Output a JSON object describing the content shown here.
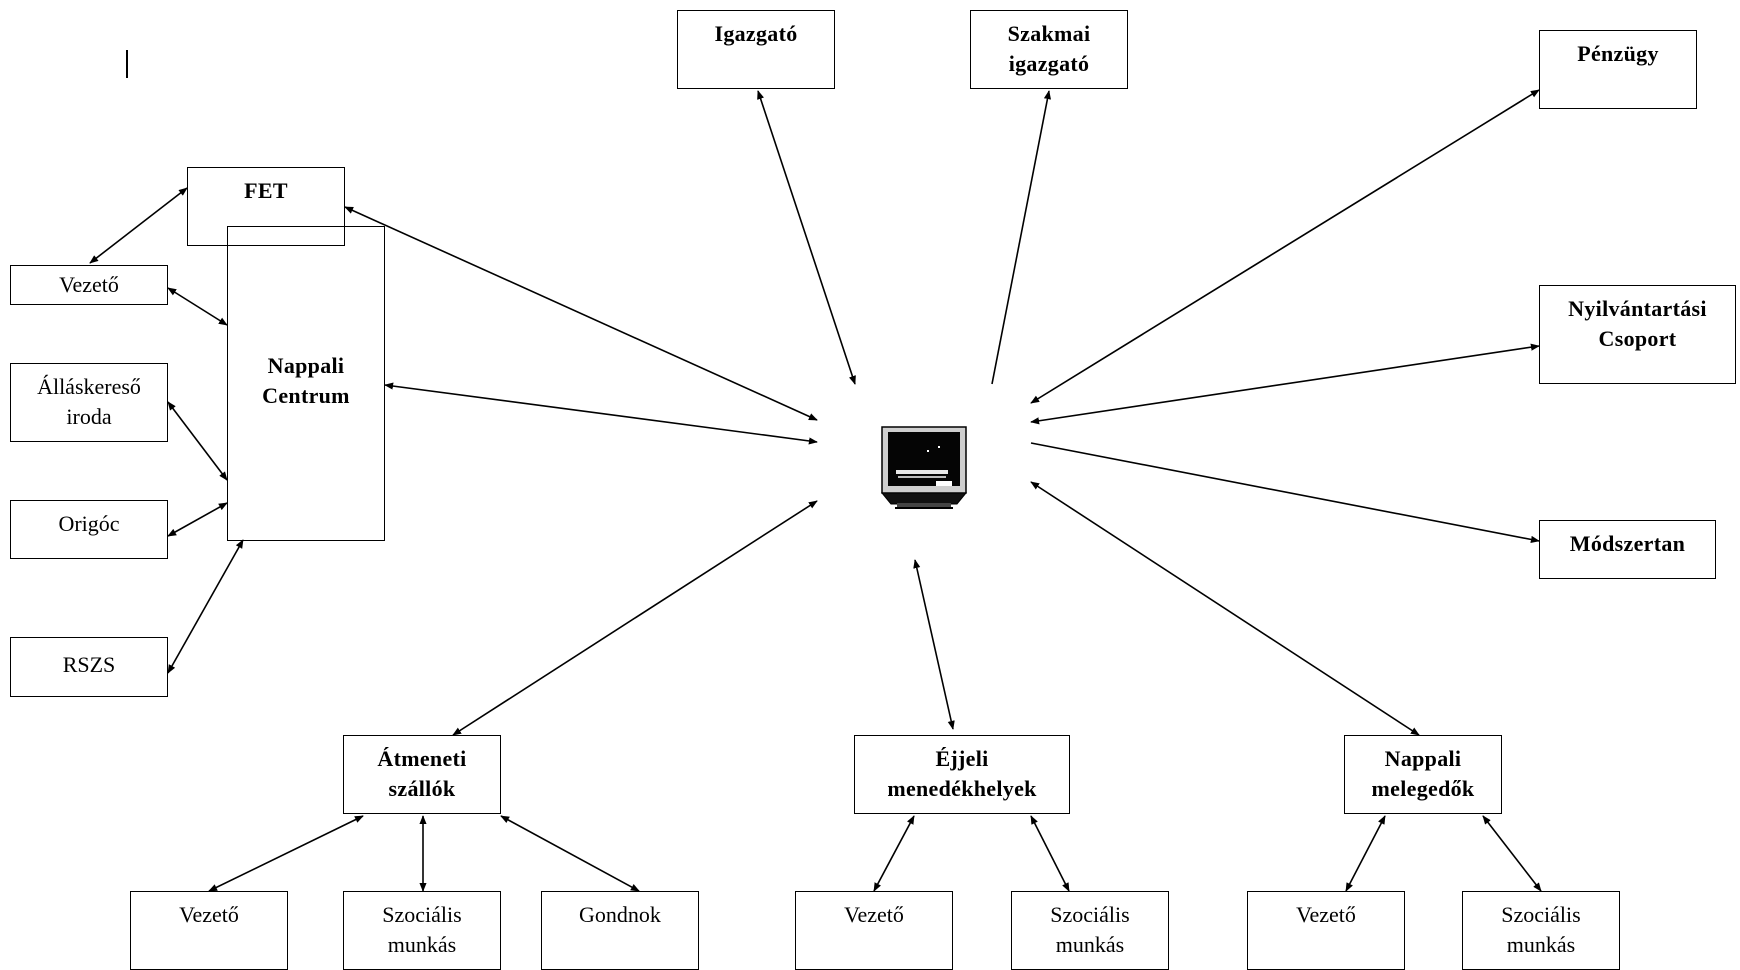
{
  "hub": {
    "icon": "computer-monitor-icon"
  },
  "colors": {
    "line": "#000000",
    "box_border": "#000000",
    "background": "#ffffff"
  },
  "nodes": {
    "igazgato": {
      "lines": [
        "Igazgató"
      ]
    },
    "szakmai": {
      "lines": [
        "Szakmai",
        "igazgató"
      ]
    },
    "penzugy": {
      "lines": [
        "Pénzügy"
      ]
    },
    "nyilvantartasi": {
      "lines": [
        "Nyilvántartási",
        "Csoport"
      ]
    },
    "modszertan": {
      "lines": [
        "Módszertan"
      ]
    },
    "fet": {
      "lines": [
        "FET"
      ]
    },
    "nappali_centrum": {
      "lines": [
        "Nappali",
        "Centrum"
      ]
    },
    "nc_vezeto": {
      "lines": [
        "Vezető"
      ]
    },
    "allaskereso": {
      "lines": [
        "Álláskereső",
        "iroda"
      ]
    },
    "origoc": {
      "lines": [
        "Origóc"
      ]
    },
    "rszs": {
      "lines": [
        "RSZS"
      ]
    },
    "atmeneti": {
      "lines": [
        "Átmeneti",
        "szállók"
      ]
    },
    "ejjeli": {
      "lines": [
        "Éjjeli",
        "menedékhelyek"
      ]
    },
    "nappali_melegedok": {
      "lines": [
        "Nappali",
        "melegedők"
      ]
    },
    "at_vezeto": {
      "lines": [
        "Vezető"
      ]
    },
    "at_szocialis": {
      "lines": [
        "Szociális",
        "munkás"
      ]
    },
    "at_gondnok": {
      "lines": [
        "Gondnok"
      ]
    },
    "ej_vezeto": {
      "lines": [
        "Vezető"
      ]
    },
    "ej_szocialis": {
      "lines": [
        "Szociális",
        "munkás"
      ]
    },
    "nm_vezeto": {
      "lines": [
        "Vezető"
      ]
    },
    "nm_szocialis": {
      "lines": [
        "Szociális",
        "munkás"
      ]
    }
  }
}
